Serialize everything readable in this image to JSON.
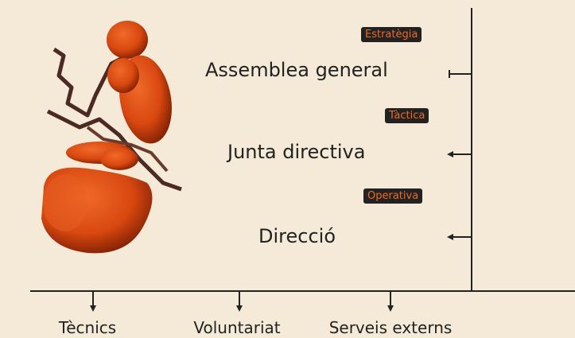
{
  "levels": [
    {
      "badge": "Estratègia",
      "label": "Assemblea general"
    },
    {
      "badge": "Tàctica",
      "label": "Junta directiva"
    },
    {
      "badge": "Operativa",
      "label": "Direcció"
    }
  ],
  "bottom_items": [
    "Tècnics",
    "Voluntariat",
    "Serveis externs"
  ],
  "colors": {
    "background": "#f4ead7",
    "badge_bg": "#222222",
    "badge_text": "#f06a1c",
    "figure": "#d9480f",
    "lines": "#222222"
  },
  "icons": [
    "abstract-figure-icon"
  ]
}
